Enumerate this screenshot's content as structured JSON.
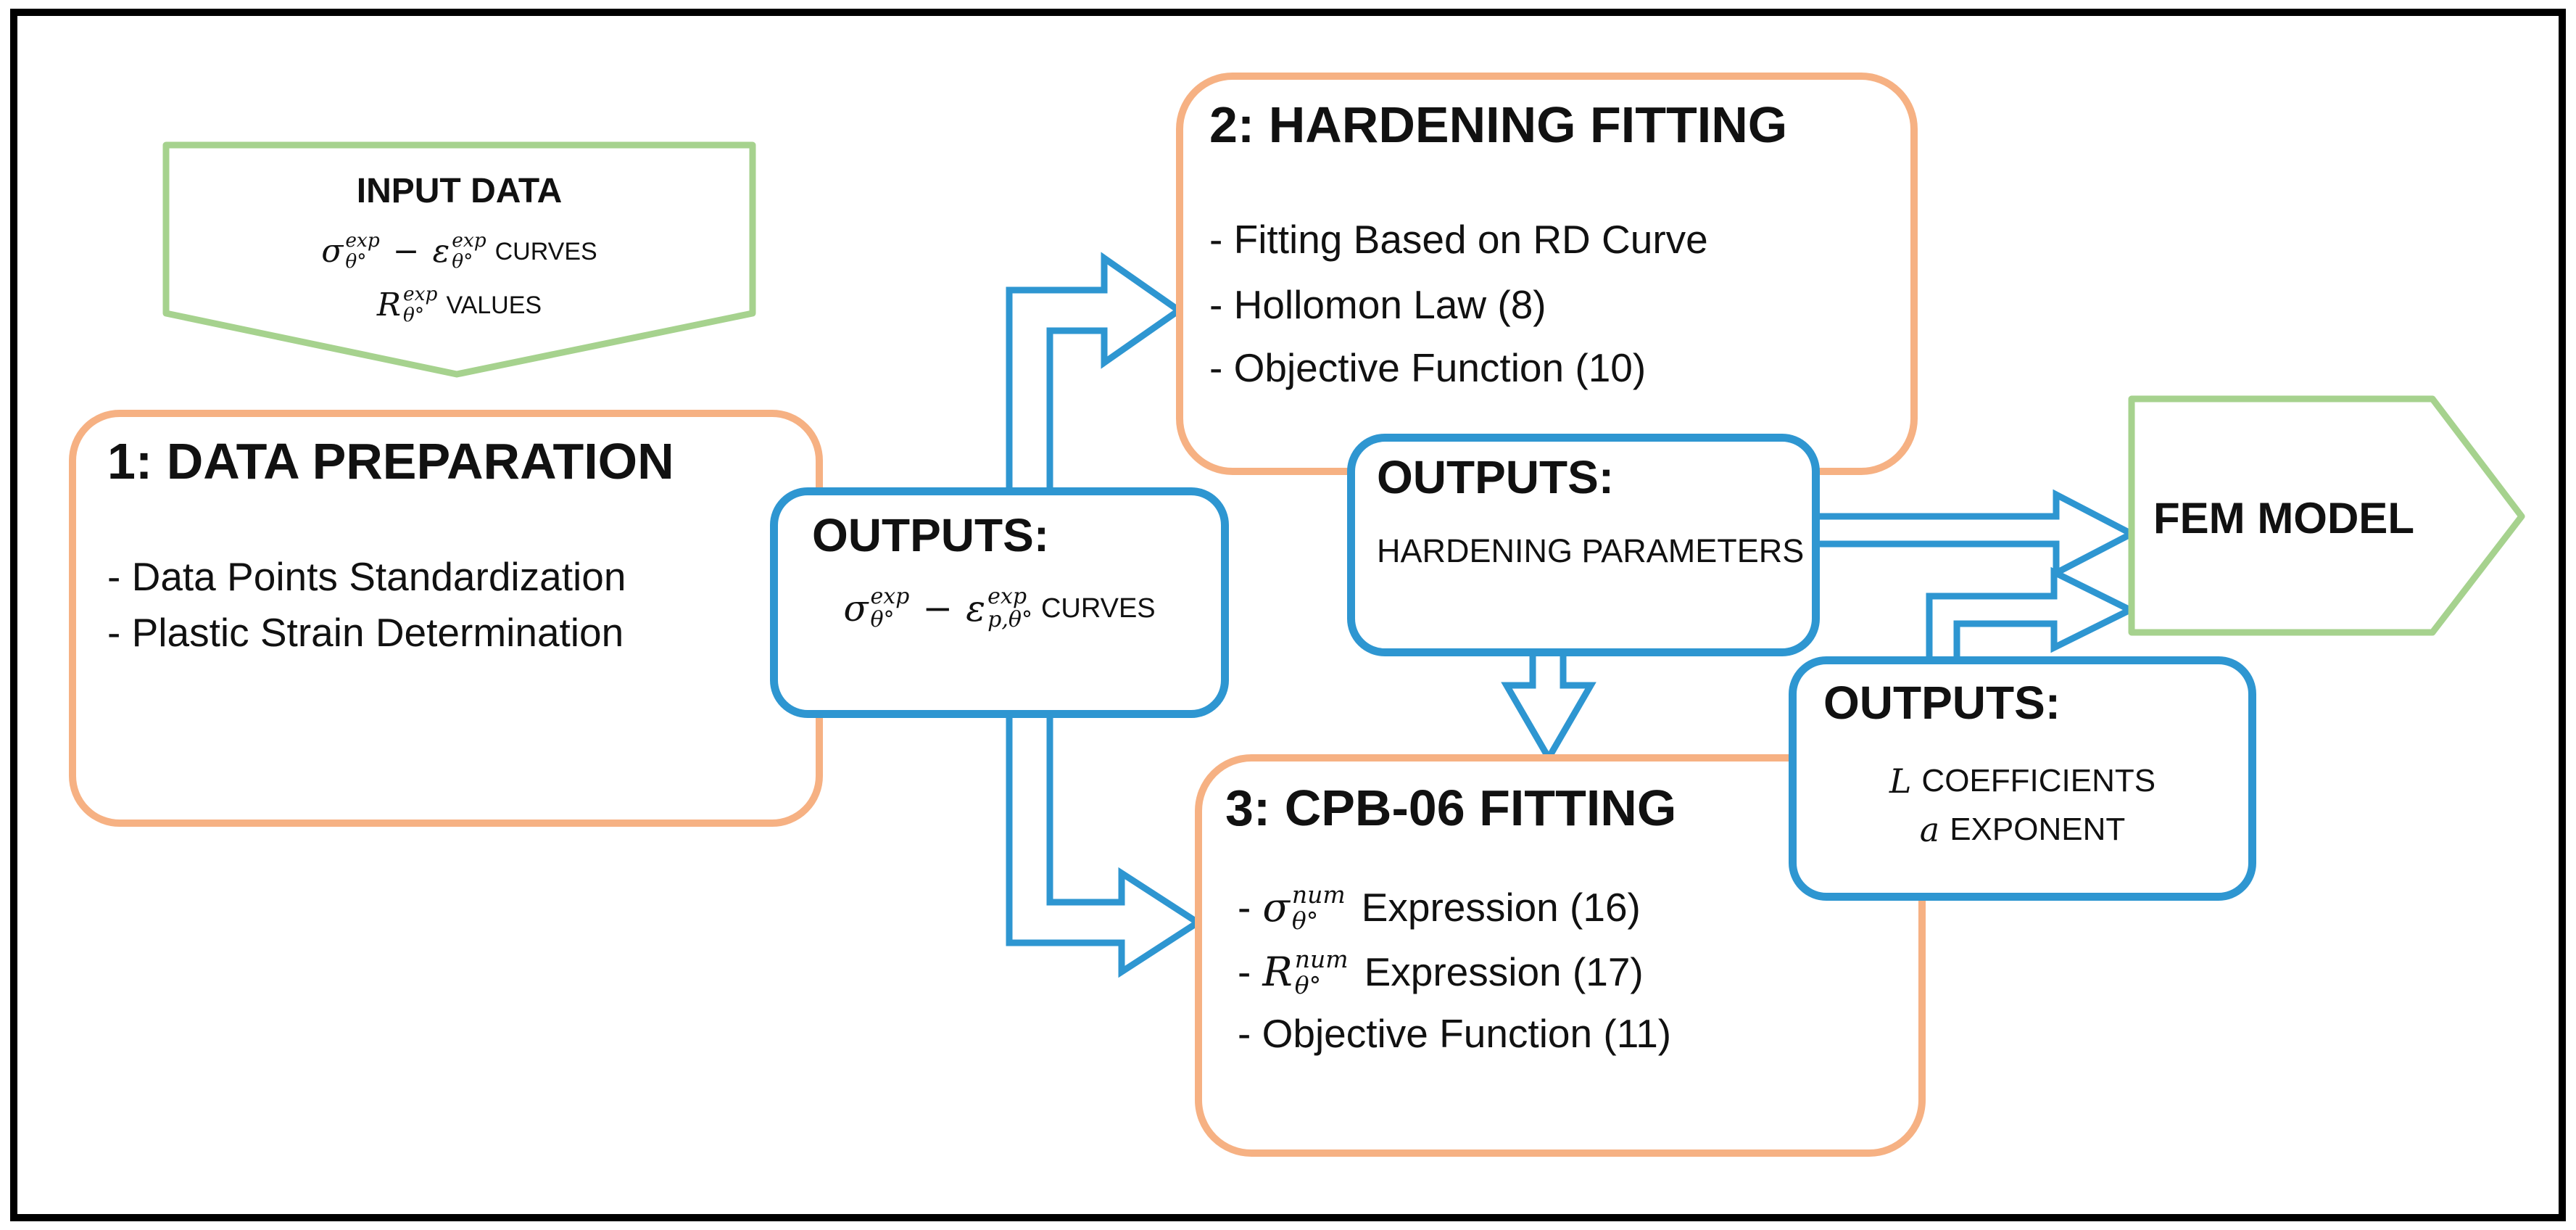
{
  "colors": {
    "accent_blue": "#2E96D1",
    "accent_orange": "#F6B183",
    "accent_green": "#A6D28E",
    "frame": "#000000",
    "text": "#111111"
  },
  "input_shape": {
    "title": "INPUT DATA",
    "formula_curves": {
      "sigma": "σ",
      "sigma_sup": "exp",
      "sigma_sub": "θ°",
      "minus": "−",
      "epsilon": "ε",
      "epsilon_sup": "exp",
      "epsilon_sub": "θ°",
      "label": "CURVES"
    },
    "formula_values": {
      "r": "R",
      "r_sup": "exp",
      "r_sub": "θ°",
      "label": "VALUES"
    }
  },
  "box_data_preparation": {
    "title": "1: DATA PREPARATION",
    "items": [
      "- Data Points Standardization",
      "- Plastic Strain Determination"
    ]
  },
  "box_hardening_fitting": {
    "title": "2: HARDENING FITTING",
    "items": [
      "- Fitting Based on RD Curve",
      "- Hollomon Law (8)",
      "- Objective Function (10)"
    ]
  },
  "box_cpb_fitting": {
    "title": "3: CPB-06 FITTING",
    "item_sigma": {
      "dash": "-",
      "base": "σ",
      "sup": "num",
      "sub": "θ°",
      "suffix": "Expression (16)"
    },
    "item_r": {
      "dash": "-",
      "base": "R",
      "sup": "num",
      "sub": "θ°",
      "suffix": "Expression (17)"
    },
    "item_objective": "- Objective Function (11)"
  },
  "outputs_mid": {
    "title": "OUTPUTS:",
    "formula": {
      "sigma": "σ",
      "sigma_sup": "exp",
      "sigma_sub": "θ°",
      "minus": "−",
      "epsilon": "ε",
      "epsilon_sup": "exp",
      "epsilon_sub": "p,θ°",
      "label": "CURVES"
    }
  },
  "outputs_hardening": {
    "title": "OUTPUTS:",
    "line": "HARDENING PARAMETERS"
  },
  "outputs_cpb": {
    "title": "OUTPUTS:",
    "coeff_var": "L",
    "coeff_label": "COEFFICIENTS",
    "exp_var": "a",
    "exp_label": "EXPONENT"
  },
  "fem": {
    "title": "FEM MODEL"
  }
}
